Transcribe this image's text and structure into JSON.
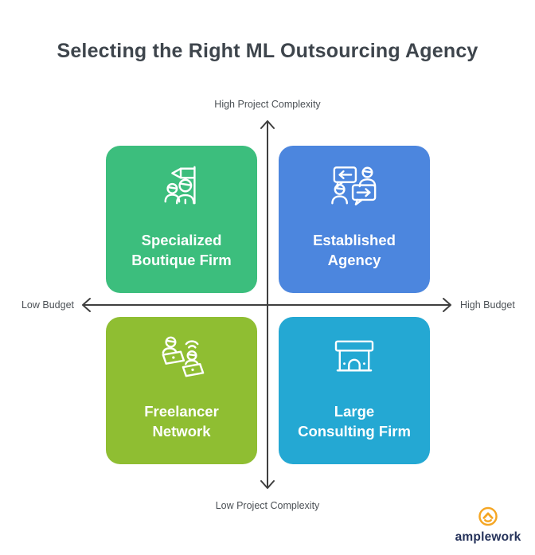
{
  "title": "Selecting the Right ML Outsourcing Agency",
  "axes": {
    "vertical": {
      "top_label": "High Project Complexity",
      "bottom_label": "Low Project Complexity"
    },
    "horizontal": {
      "left_label": "Low Budget",
      "right_label": "High Budget"
    }
  },
  "quadrants": {
    "top_left": {
      "label": "Specialized Boutique Firm",
      "color": "#3cbe7d",
      "icon": "team-flag-icon"
    },
    "top_right": {
      "label": "Established Agency",
      "color": "#4c86de",
      "icon": "conversation-icon"
    },
    "bottom_left": {
      "label": "Freelancer Network",
      "color": "#8fbe32",
      "icon": "freelancers-icon"
    },
    "bottom_right": {
      "label": "Large Consulting Firm",
      "color": "#24a8d3",
      "icon": "storefront-icon"
    }
  },
  "brand": {
    "name": "amplework",
    "icon_color": "#f5a623",
    "text_color": "#25325a"
  }
}
